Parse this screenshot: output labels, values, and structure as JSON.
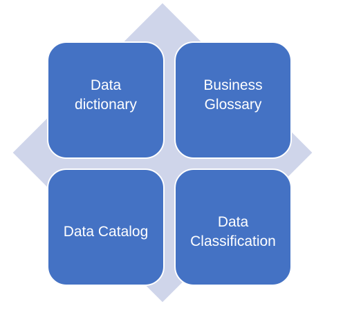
{
  "diagram": {
    "colors": {
      "tile_fill": "#4472c4",
      "tile_text": "#ffffff",
      "background_shape": "#cfd5ea"
    },
    "tiles": [
      {
        "label": "Data\ndictionary"
      },
      {
        "label": "Business\nGlossary"
      },
      {
        "label": "Data Catalog"
      },
      {
        "label": "Data\nClassification"
      }
    ]
  }
}
